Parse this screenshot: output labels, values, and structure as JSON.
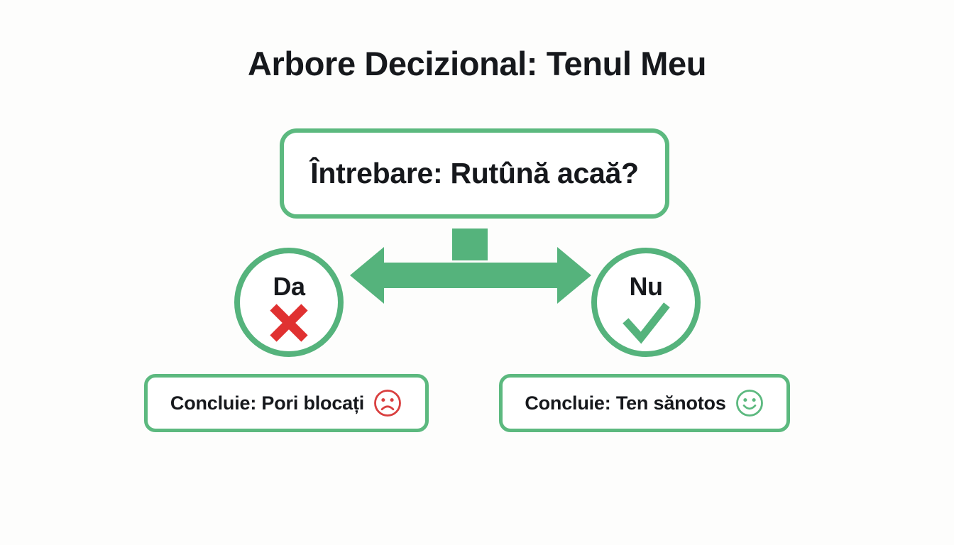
{
  "page": {
    "title": "Arbore Decizional: Tenul Meu",
    "background_color": "#fdfdfc",
    "accent_green": "#55b37c",
    "accent_red": "#d93f3f",
    "text_color": "#16181c"
  },
  "diagram": {
    "type": "decision-tree",
    "root": {
      "label": "Întrebare: Rutûnă acaă?"
    },
    "branches": [
      {
        "side": "left",
        "answer_label": "Da",
        "answer_icon": "cross-mark-icon",
        "answer_icon_color": "#d93f3f",
        "conclusion": "Concluie: Pori blocați",
        "conclusion_icon": "sad-face-icon",
        "conclusion_icon_color": "#d93f3f"
      },
      {
        "side": "right",
        "answer_label": "Nu",
        "answer_icon": "check-mark-icon",
        "answer_icon_color": "#55b37c",
        "conclusion": "Concluie: Ten sănotos",
        "conclusion_icon": "smiley-face-icon",
        "conclusion_icon_color": "#55b37c"
      }
    ],
    "connector": {
      "style": "double-headed-horizontal-arrow",
      "color": "#55b37c"
    }
  }
}
